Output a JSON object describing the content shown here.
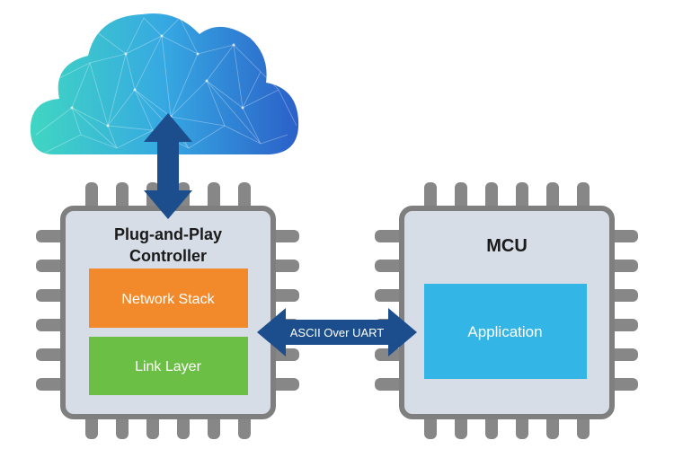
{
  "controller": {
    "title_line1": "Plug-and-Play",
    "title_line2": "Controller",
    "network_stack": "Network Stack",
    "link_layer": "Link Layer"
  },
  "mcu": {
    "title": "MCU",
    "application": "Application"
  },
  "link": {
    "label": "ASCII Over UART"
  },
  "icons": {
    "cloud": "cloud-icon",
    "vertical_arrow": "double-arrow-vertical-icon",
    "horizontal_arrow": "double-arrow-horizontal-icon"
  },
  "colors": {
    "chip_fill": "#d6dde6",
    "chip_border": "#7f7f7f",
    "pins": "#878787",
    "network_stack": "#f28a2b",
    "link_layer": "#6cbf45",
    "application": "#33b5e5",
    "arrow": "#1c4e8e",
    "cloud_light": "#3fd3c6",
    "cloud_dark": "#2a63c9"
  }
}
